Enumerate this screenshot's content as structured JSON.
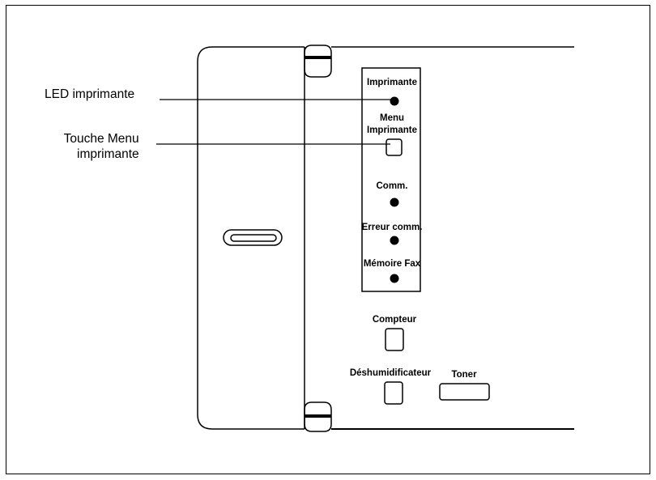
{
  "callouts": {
    "led_printer": "LED imprimante",
    "menu_key_line1": "Touche Menu",
    "menu_key_line2": "imprimante"
  },
  "panel_labels": {
    "imprimante": "Imprimante",
    "menu_line1": "Menu",
    "menu_line2": "Imprimante",
    "comm": "Comm.",
    "erreur_comm": "Erreur comm.",
    "memoire_fax": "Mémoire Fax",
    "compteur": "Compteur",
    "deshumidificateur": "Déshumidificateur",
    "toner": "Toner"
  }
}
